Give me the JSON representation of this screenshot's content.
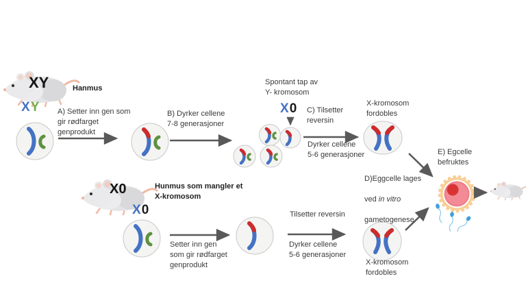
{
  "top": {
    "mouse_karyotype_overlay": "XY",
    "mouse_name": "Hanmus",
    "karyotype": {
      "x": "X",
      "y": "Y"
    },
    "step_a": "A) Setter inn gen som\ngir rødfarget\ngenprodukt",
    "step_b": "B) Dyrker cellene\n7-8 generasjoner",
    "spontaneous": "Spontant tap av\nY- kromosom",
    "x0": {
      "x": "X",
      "zero": "0"
    },
    "step_c": "C) Tilsetter\nreversin",
    "step_c_culture": "Dyrker cellene\n5-6 generasjoner",
    "x_doubles": "X-kromosom\nfordobles"
  },
  "right": {
    "step_d": {
      "line1": "D)Eggcelle lages",
      "line2_prefix": "ved ",
      "line2_italic": "in vitro",
      "line3": "gametogenese"
    },
    "step_e": "E) Egcelle\nbefruktes"
  },
  "bottom": {
    "mouse_karyotype_overlay": "X0",
    "mouse_name": "Hunmus som mangler et\nX-kromosom",
    "karyotype": {
      "x": "X",
      "zero": "0"
    },
    "step_insert": "Setter inn gen\nsom gir rødfarget\ngenprodukt",
    "step_reversine": "Tilsetter reversin",
    "step_culture": "Dyrker cellene\n5-6 generasjoner",
    "x_doubles": "X-kromosom\nfordobles"
  },
  "colors": {
    "chromosome_blue": "#4472C4",
    "chromosome_green": "#5E9141",
    "inserted_gene_red": "#CE2B2B",
    "arrow_gray": "#595959",
    "karyotype_x_blue": "#4472C4",
    "karyotype_y_green": "#70AD47",
    "egg_outer_ring": "#F8CF96",
    "egg_cytoplasm_pink": "#F28B95",
    "egg_nucleus_red": "#D93434",
    "sperm_blue": "#3FA0DA",
    "cell_fill": "#F4F4F2"
  }
}
